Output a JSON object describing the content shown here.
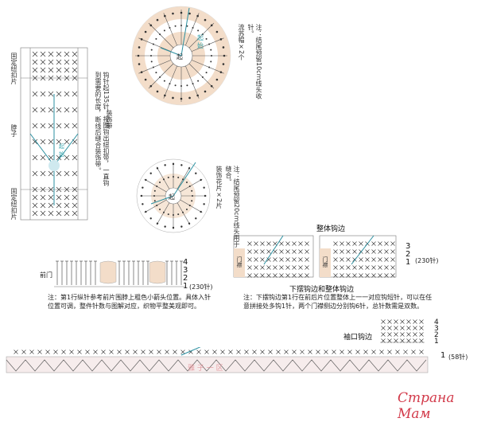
{
  "texts": {
    "fixed_edge_top": "固定纽扣片",
    "fixed_edge_bottom": "固定纽扣片",
    "pin": "脖子",
    "strap_note": "钩针起135针，按图钩出纽扣带，一直钩到需要的长度，断线后缝合装饰带。",
    "strap_title": "装饰带",
    "flower_big_note": "流苏帽×2个",
    "flower_big_note2": "注：结尾预留10cm线头收针。",
    "flower_small_note": "装饰花片×2片",
    "flower_small_note2": "注：结尾预留20cm线头用于缝合。",
    "door_label": "前门",
    "door_note1": "注：第1行纵针参考前片围脖上粗色小箭头位置。具体入针",
    "door_note2": "位置可调，整件针数与图解对应，织物平整美观即可。",
    "door_count": "(230针)",
    "hem_title": "整体钩边",
    "hem_caption": "下摆钩边和整体钩边",
    "hem_note1": "注：下摆钩边第1行在前后片位置整体上一一对应钩短针，可以在任",
    "hem_note2": "意拼接处多钩1针，两个门襟侧边分别钩6针，总针数需是双数。",
    "hem_count": "(230针)",
    "hem_side": "门襟",
    "hem_side2": "门襟",
    "cuff_title": "袖口钩边",
    "bottom_count": "(58针)",
    "watermark": "雅 子 一 区",
    "logo": "Страна Мам"
  },
  "row_numbers": {
    "door": [
      "4",
      "3",
      "2",
      "1"
    ],
    "hem": [
      "3",
      "2",
      "1"
    ],
    "cuff": [
      "4",
      "3",
      "2",
      "1"
    ],
    "bottom": [
      "1"
    ]
  },
  "colors": {
    "grid": "#7a7a7a",
    "accent": "#2a8fa0",
    "stitch": "#3a3a3a",
    "peach": "#f3ddc9",
    "logo": "#d23a4a",
    "teal_text": "#3ba7b0"
  }
}
